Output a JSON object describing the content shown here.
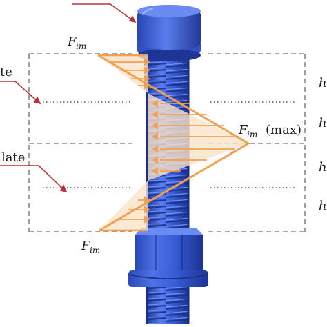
{
  "labels": {
    "force_top_main": "F",
    "force_top_sub": "im",
    "force_bottom_main": "F",
    "force_bottom_sub": "im",
    "force_max_main": "F",
    "force_max_sub": "im",
    "force_max_suffix": "(max)",
    "plate_upper_partial": "te",
    "plate_lower_partial": "late",
    "right_h1": "h",
    "right_h2": "h",
    "right_h3": "h",
    "right_h4": "h"
  },
  "colors": {
    "bolt_blue": "#3a5fd9",
    "bolt_dark": "#2440a8",
    "bolt_light": "#6f8ff0",
    "force_orange": "#f0a050",
    "force_fill": "#fbe3c8",
    "leader_red": "#b8323a",
    "dash_gray": "#888888",
    "dot_gray": "#555555"
  },
  "icons": {
    "bolt": "hex-bolt-icon",
    "nut": "hex-nut-icon"
  }
}
